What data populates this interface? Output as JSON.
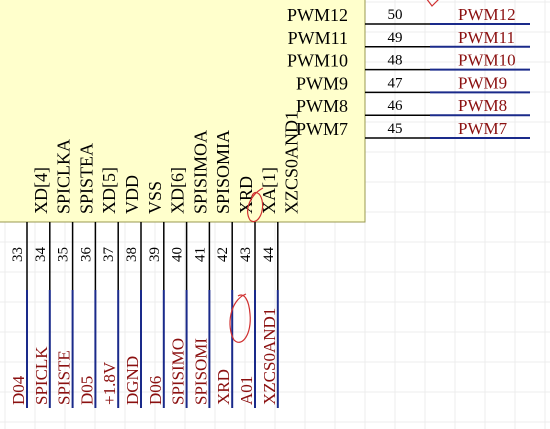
{
  "schematic": {
    "right_pins": [
      {
        "name": "PWM12",
        "number": "50",
        "net": "PWM12"
      },
      {
        "name": "PWM11",
        "number": "49",
        "net": "PWM11"
      },
      {
        "name": "PWM10",
        "number": "48",
        "net": "PWM10"
      },
      {
        "name": "PWM9",
        "number": "47",
        "net": "PWM9"
      },
      {
        "name": "PWM8",
        "number": "46",
        "net": "PWM8"
      },
      {
        "name": "PWM7",
        "number": "45",
        "net": "PWM7"
      }
    ],
    "bottom_pins": [
      {
        "name": "",
        "number": "33",
        "net": "D04"
      },
      {
        "name": "XD[4]",
        "number": "34",
        "net": "SPICLK"
      },
      {
        "name": "SPICLKA",
        "number": "35",
        "net": "SPISTE"
      },
      {
        "name": "SPISTEA",
        "number": "36",
        "net": "D05"
      },
      {
        "name": "XD[5]",
        "number": "37",
        "net": "+1.8V"
      },
      {
        "name": "VDD",
        "number": "38",
        "net": "DGND"
      },
      {
        "name": "VSS",
        "number": "39",
        "net": "D06"
      },
      {
        "name": "XD[6]",
        "number": "40",
        "net": "SPISIMO"
      },
      {
        "name": "SPISIMOA",
        "number": "41",
        "net": "SPISOMI"
      },
      {
        "name": "SPISOMIA",
        "number": "42",
        "net": "XRD"
      },
      {
        "name": "XRD",
        "number": "43",
        "net": "A01"
      },
      {
        "name": "XA[1]",
        "number": "44",
        "net": "XZCS0AND1"
      },
      {
        "name": "XZCS0AND1",
        "number": "",
        "net": ""
      }
    ]
  }
}
